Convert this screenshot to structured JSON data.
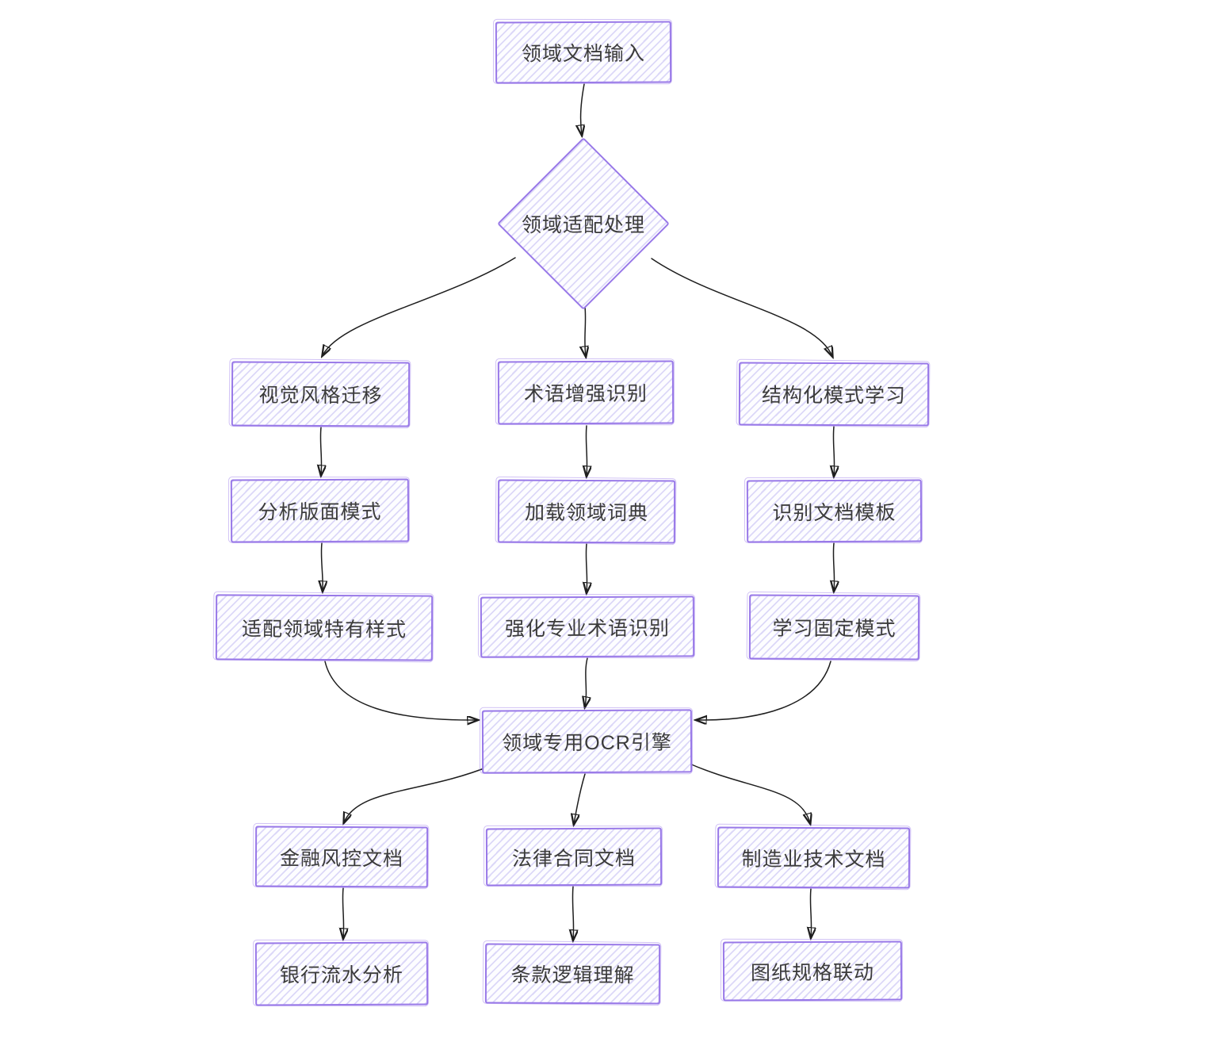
{
  "diagram": {
    "type": "flowchart",
    "style": "hand-drawn-sketch",
    "colors": {
      "background": "#ffffff",
      "node_border": "#9878e8",
      "node_fill_hatch": "#aea4ee",
      "arrow": "#1e1e1e",
      "text": "#3b3b3b"
    },
    "nodes": {
      "input": {
        "label": "领域文档输入",
        "shape": "rectangle"
      },
      "decision": {
        "label": "领域适配处理",
        "shape": "diamond"
      },
      "visual_style": {
        "label": "视觉风格迁移",
        "shape": "rectangle"
      },
      "term_enhance": {
        "label": "术语增强识别",
        "shape": "rectangle"
      },
      "struct_learn": {
        "label": "结构化模式学习",
        "shape": "rectangle"
      },
      "layout_analysis": {
        "label": "分析版面模式",
        "shape": "rectangle"
      },
      "load_dict": {
        "label": "加载领域词典",
        "shape": "rectangle"
      },
      "template_recognition": {
        "label": "识别文档模板",
        "shape": "rectangle"
      },
      "adapt_style": {
        "label": "适配领域特有样式",
        "shape": "rectangle"
      },
      "strengthen_term": {
        "label": "强化专业术语识别",
        "shape": "rectangle"
      },
      "learn_fixed": {
        "label": "学习固定模式",
        "shape": "rectangle"
      },
      "ocr_engine": {
        "label": "领域专用OCR引擎",
        "shape": "rectangle"
      },
      "finance_doc": {
        "label": "金融风控文档",
        "shape": "rectangle"
      },
      "legal_doc": {
        "label": "法律合同文档",
        "shape": "rectangle"
      },
      "manufacturing_doc": {
        "label": "制造业技术文档",
        "shape": "rectangle"
      },
      "bank_flow": {
        "label": "银行流水分析",
        "shape": "rectangle"
      },
      "clause_logic": {
        "label": "条款逻辑理解",
        "shape": "rectangle"
      },
      "drawing_spec": {
        "label": "图纸规格联动",
        "shape": "rectangle"
      }
    },
    "edges": [
      {
        "from": "input",
        "to": "decision"
      },
      {
        "from": "decision",
        "to": "visual_style"
      },
      {
        "from": "decision",
        "to": "term_enhance"
      },
      {
        "from": "decision",
        "to": "struct_learn"
      },
      {
        "from": "visual_style",
        "to": "layout_analysis"
      },
      {
        "from": "term_enhance",
        "to": "load_dict"
      },
      {
        "from": "struct_learn",
        "to": "template_recognition"
      },
      {
        "from": "layout_analysis",
        "to": "adapt_style"
      },
      {
        "from": "load_dict",
        "to": "strengthen_term"
      },
      {
        "from": "template_recognition",
        "to": "learn_fixed"
      },
      {
        "from": "adapt_style",
        "to": "ocr_engine"
      },
      {
        "from": "strengthen_term",
        "to": "ocr_engine"
      },
      {
        "from": "learn_fixed",
        "to": "ocr_engine"
      },
      {
        "from": "ocr_engine",
        "to": "finance_doc"
      },
      {
        "from": "ocr_engine",
        "to": "legal_doc"
      },
      {
        "from": "ocr_engine",
        "to": "manufacturing_doc"
      },
      {
        "from": "finance_doc",
        "to": "bank_flow"
      },
      {
        "from": "legal_doc",
        "to": "clause_logic"
      },
      {
        "from": "manufacturing_doc",
        "to": "drawing_spec"
      }
    ]
  }
}
